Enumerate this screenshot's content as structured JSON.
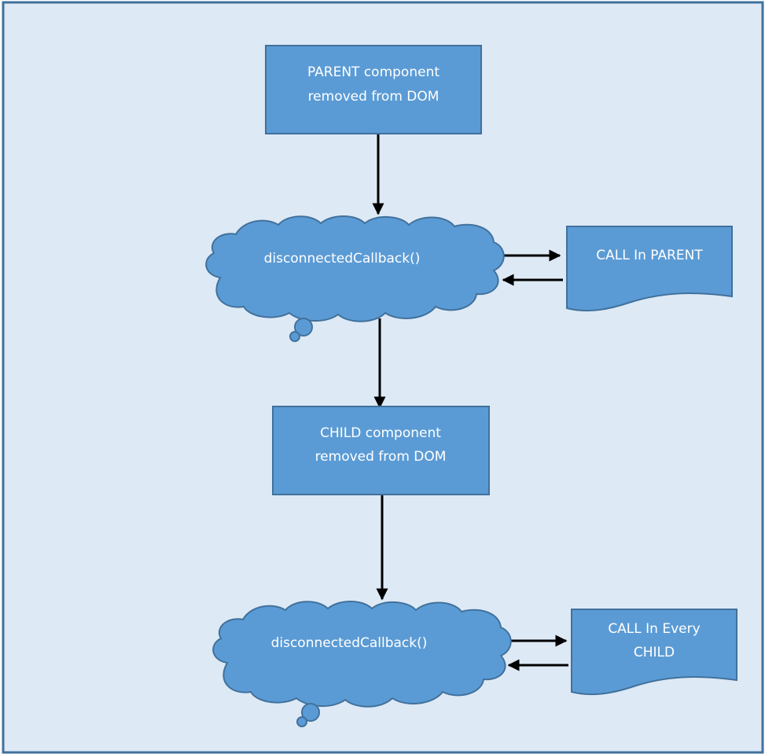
{
  "diagram": {
    "colors": {
      "background": "#dde9f5",
      "border": "#41719c",
      "shape_fill": "#5b9bd5",
      "shape_stroke": "#41719c",
      "arrow": "#000000",
      "text": "#ffffff"
    },
    "parent_box": {
      "line1": "PARENT component",
      "line2": "removed from DOM"
    },
    "parent_cloud": {
      "label": "disconnectedCallback()"
    },
    "parent_doc": {
      "line1": "CALL In PARENT"
    },
    "child_box": {
      "line1": "CHILD component",
      "line2": "removed from DOM"
    },
    "child_cloud": {
      "label": "disconnectedCallback()"
    },
    "child_doc": {
      "line1": "CALL In Every",
      "line2": "CHILD"
    }
  }
}
